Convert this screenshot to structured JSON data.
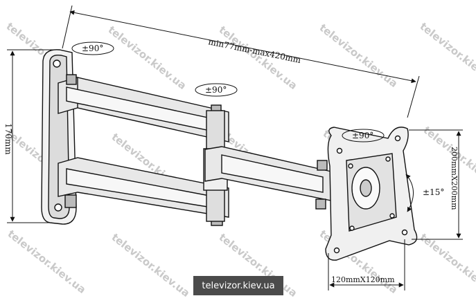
{
  "labels": {
    "length": "min77mm-max420mm",
    "height": "170mm",
    "rotate_top": "±90°",
    "rotate_arm": "±90°",
    "rotate_plate": "±90°",
    "tilt": "±15°",
    "vesa_vertical": "200mmX200mm",
    "vesa_horizontal": "120mmX120mm"
  },
  "watermark": "televizor.kiev.ua",
  "badge": "televizor.kiev.ua",
  "colors": {
    "line": "#111111",
    "fill": "#e8e8e8",
    "watermark": "#c9c9c9",
    "badge": "#4b4b4b"
  }
}
